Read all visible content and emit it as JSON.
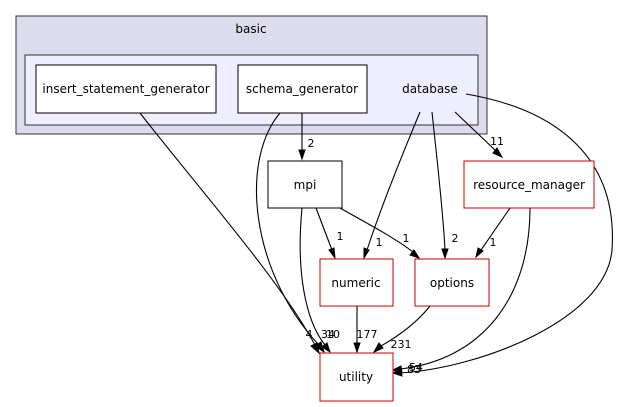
{
  "colors": {
    "outer_cluster_fill": "#dcdcee",
    "inner_cluster_fill": "#eeeeff",
    "cluster_border": "#333333",
    "plain_node_border": "#000000",
    "external_node_border": "#cc0000",
    "edge": "#000000"
  },
  "clusters": {
    "outer": {
      "label": "basic"
    },
    "inner": {
      "label": "database"
    }
  },
  "nodes": {
    "insert_statement_generator": {
      "label": "insert_statement_generator",
      "style": "plain"
    },
    "schema_generator": {
      "label": "schema_generator",
      "style": "plain"
    },
    "mpi": {
      "label": "mpi",
      "style": "plain"
    },
    "resource_manager": {
      "label": "resource_manager",
      "style": "external"
    },
    "numeric": {
      "label": "numeric",
      "style": "external"
    },
    "options": {
      "label": "options",
      "style": "external"
    },
    "utility": {
      "label": "utility",
      "style": "external"
    }
  },
  "edges": [
    {
      "id": "isg_utility",
      "from": "insert_statement_generator",
      "to": "utility",
      "label": "4"
    },
    {
      "id": "sg_mpi",
      "from": "schema_generator",
      "to": "mpi",
      "label": "2"
    },
    {
      "id": "sg_utility",
      "from": "schema_generator",
      "to": "utility",
      "label": "34"
    },
    {
      "id": "db_rm",
      "from": "database",
      "to": "resource_manager",
      "label": "11"
    },
    {
      "id": "db_numeric",
      "from": "database",
      "to": "numeric",
      "label": "1"
    },
    {
      "id": "db_options",
      "from": "database",
      "to": "options",
      "label": "2"
    },
    {
      "id": "db_utility",
      "from": "database",
      "to": "utility",
      "label": "83"
    },
    {
      "id": "mpi_numeric",
      "from": "mpi",
      "to": "numeric",
      "label": "1"
    },
    {
      "id": "mpi_options",
      "from": "mpi",
      "to": "options",
      "label": "1"
    },
    {
      "id": "mpi_utility",
      "from": "mpi",
      "to": "utility",
      "label": "10"
    },
    {
      "id": "rm_options",
      "from": "resource_manager",
      "to": "options",
      "label": "1"
    },
    {
      "id": "rm_utility",
      "from": "resource_manager",
      "to": "utility",
      "label": "54"
    },
    {
      "id": "numeric_utility",
      "from": "numeric",
      "to": "utility",
      "label": "177"
    },
    {
      "id": "options_utility",
      "from": "options",
      "to": "utility",
      "label": "231"
    }
  ]
}
